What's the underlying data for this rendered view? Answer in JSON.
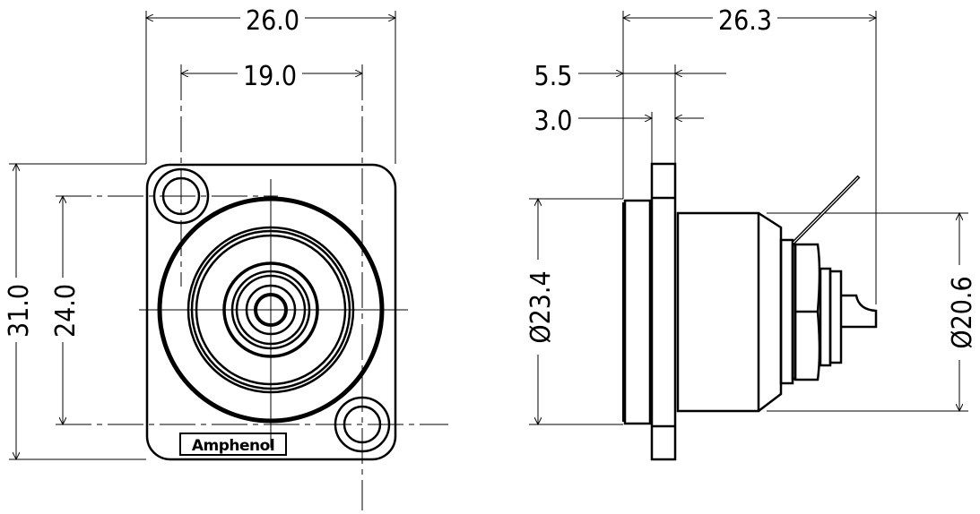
{
  "title": "Amphenol panel connector dimensional drawing",
  "front_view": {
    "dim_width_outer": "26.0",
    "dim_width_holes": "19.0",
    "dim_height_outer": "31.0",
    "dim_height_holes": "24.0",
    "logo_text": "Amphenol"
  },
  "side_view": {
    "dim_length": "26.3",
    "dim_flange_offset": "5.5",
    "dim_flange_thickness": "3.0",
    "dim_front_diameter": "Ø23.4",
    "dim_rear_diameter": "Ø20.6"
  }
}
